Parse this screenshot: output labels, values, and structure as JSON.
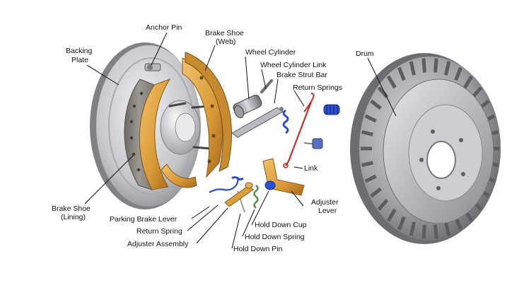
{
  "labels": {
    "anchor_pin": "Anchor Pin",
    "backing_plate_1": "Backing",
    "backing_plate_2": "Plate",
    "brake_shoe_web_1": "Brake Shoe",
    "brake_shoe_web_2": "(Web)",
    "wheel_cylinder": "Wheel Cylinder",
    "wheel_cylinder_link": "Wheel Cylinder Link",
    "brake_strut_bar": "Brake Strut Bar",
    "return_springs": "Return Springs",
    "drum": "Drum",
    "link": "Link",
    "adjuster_lever_1": "Adjuster",
    "adjuster_lever_2": "Lever",
    "brake_shoe_lining_1": "Brake Shoe",
    "brake_shoe_lining_2": "(Lining)",
    "parking_brake_lever": "Parking Brake Lever",
    "return_spring": "Return Spring",
    "adjuster_assembly": "Adjuster Assembly",
    "hold_down_cup": "Hold Down Cup",
    "hold_down_spring": "Hold Down Spring",
    "hold_down_pin": "Hold Down Pin"
  },
  "colors": {
    "shoe_web": "#d9a040",
    "lining": "#8a8680",
    "plate": "#c8c9cc",
    "drum": "#9a9b9e",
    "spring_blue": "#2a4fd0",
    "spring_green": "#4e8a3a",
    "spring_red": "#c0302a"
  }
}
